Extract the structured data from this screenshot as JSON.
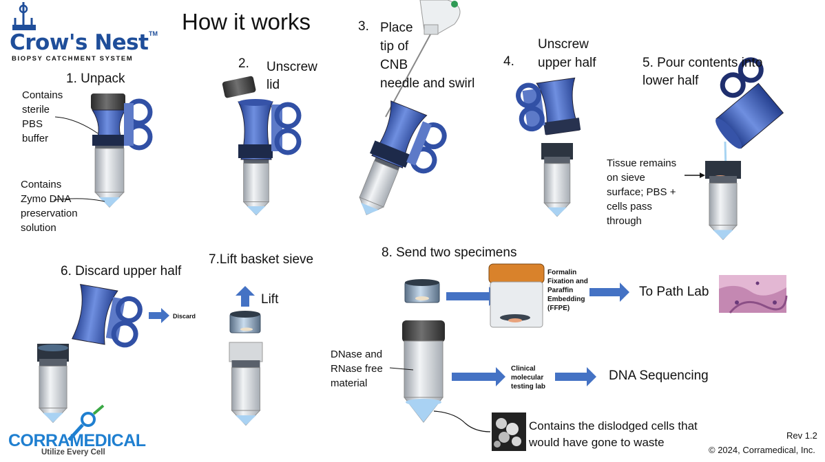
{
  "logo": {
    "brand": "Crow's Nest",
    "tm": "TM",
    "tagline": "BIOPSY CATCHMENT SYSTEM"
  },
  "title": "How it works",
  "steps": {
    "s1": {
      "label": "1. Unpack",
      "note_top": [
        "Contains",
        "sterile",
        "PBS",
        "buffer"
      ],
      "note_bottom": [
        "Contains",
        "Zymo DNA",
        "preservation",
        "solution"
      ]
    },
    "s2": {
      "num": "2.",
      "text": [
        "Unscrew",
        "lid"
      ]
    },
    "s3": {
      "num": "3.",
      "text": [
        "Place",
        "tip of",
        "CNB",
        "needle and swirl"
      ]
    },
    "s4": {
      "num": "4.",
      "text": [
        "Unscrew",
        "upper half"
      ]
    },
    "s5": {
      "text": [
        "5. Pour contents into",
        "lower half"
      ],
      "note": [
        "Tissue remains",
        "on sieve",
        "surface; PBS +",
        "cells pass",
        "through"
      ]
    },
    "s6": {
      "label": "6. Discard upper half",
      "arrow_label": "Discard"
    },
    "s7": {
      "label": "7.Lift basket sieve",
      "arrow_label": "Lift"
    },
    "s8": {
      "label": "8. Send two specimens",
      "ffpe": [
        "Formalin",
        "Fixation and",
        "Paraffin",
        "Embedding",
        "(FFPE)"
      ],
      "path_lab": "To Path Lab",
      "dnase": [
        "DNase and",
        "RNase free",
        "material"
      ],
      "clinical": [
        "Clinical",
        "molecular",
        "testing lab"
      ],
      "dna_seq": "DNA Sequencing",
      "cells_note": [
        "Contains the dislodged cells that",
        "would have gone to waste"
      ]
    }
  },
  "footer": {
    "company": "CORRAMEDICAL",
    "slogan": "Utilize Every Cell",
    "rev": "Rev 1.2",
    "copyright": "© 2024, Corramedical, Inc."
  },
  "colors": {
    "accent_blue": "#4472c4",
    "logo_blue": "#1f4e9a",
    "logo_green": "#3aa845",
    "lid_dark": "#3a3a3a",
    "lid_orange": "#d9822b"
  },
  "icons": [
    "crow-nest-logo-icon",
    "arrow-right-icon",
    "arrow-up-icon",
    "needle-icon",
    "tissue-image-icon",
    "cells-image-icon"
  ]
}
